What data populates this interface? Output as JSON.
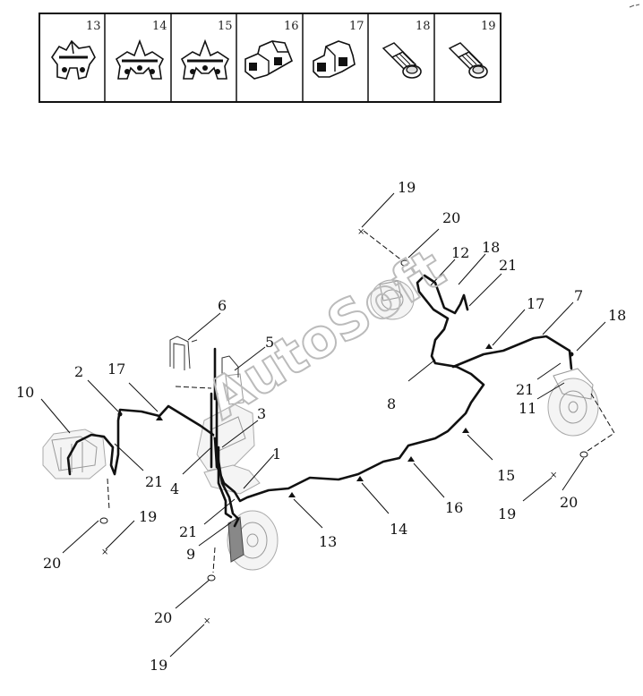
{
  "watermark": "AutoSoft",
  "parts_table": {
    "cells": [
      {
        "number": "13",
        "icon": "brake-line-clip-double-icon"
      },
      {
        "number": "14",
        "icon": "brake-line-clip-triple-icon"
      },
      {
        "number": "15",
        "icon": "brake-line-clip-triple-icon"
      },
      {
        "number": "16",
        "icon": "brake-line-clamp-icon"
      },
      {
        "number": "17",
        "icon": "brake-line-clamp-icon"
      },
      {
        "number": "18",
        "icon": "bolt-flanged-icon"
      },
      {
        "number": "19",
        "icon": "bolt-flanged-icon"
      }
    ]
  },
  "callouts": {
    "c1": "1",
    "c2": "2",
    "c3": "3",
    "c4": "4",
    "c5": "5",
    "c6": "6",
    "c7": "7",
    "c8": "8",
    "c9": "9",
    "c10": "10",
    "c11": "11",
    "c12": "12",
    "c13": "13",
    "c14": "14",
    "c15": "15",
    "c16": "16",
    "c17a": "17",
    "c17b": "17",
    "c18a": "18",
    "c18b": "18",
    "c19a": "19",
    "c19b": "19",
    "c19c": "19",
    "c19d": "19",
    "c20a": "20",
    "c20b": "20",
    "c20c": "20",
    "c20d": "20",
    "c21a": "21",
    "c21b": "21",
    "c21c": "21",
    "c21d": "21"
  }
}
